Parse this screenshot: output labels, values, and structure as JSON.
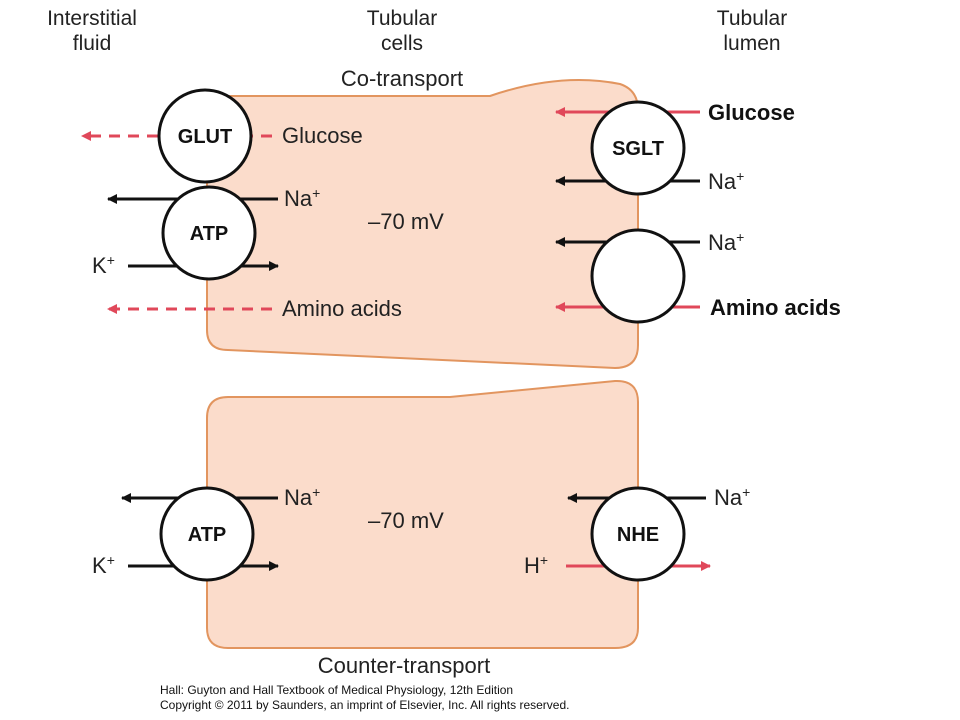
{
  "headers": {
    "interstitial": [
      "Interstitial",
      "fluid"
    ],
    "cells": [
      "Tubular",
      "cells"
    ],
    "lumen": [
      "Tubular",
      "lumen"
    ]
  },
  "top_panel": {
    "title": "Co-transport",
    "potential": "–70 mV",
    "transporters": {
      "glut": "GLUT",
      "sglt": "SGLT",
      "atp": "ATP"
    },
    "labels": {
      "glucose_inner": "Glucose",
      "na_basal": "Na",
      "k_basal": "K",
      "amino_inner": "Amino acids",
      "glucose_lumen": "Glucose",
      "na_sglt": "Na",
      "na_aa": "Na",
      "amino_lumen": "Amino acids"
    }
  },
  "bottom_panel": {
    "title": "Counter-transport",
    "potential": "–70 mV",
    "transporters": {
      "atp": "ATP",
      "nhe": "NHE"
    },
    "labels": {
      "na_basal": "Na",
      "k_basal": "K",
      "na_lumen": "Na",
      "h_lumen": "H"
    }
  },
  "superscript": "+",
  "credit": [
    "Hall: Guyton and Hall Textbook of Medical Physiology, 12th Edition",
    "Copyright © 2011 by Saunders, an imprint of Elsevier, Inc. All rights reserved."
  ],
  "colors": {
    "cell_fill": "#fbdccb",
    "cell_border": "#e2955f",
    "red_arrow": "#e0485a",
    "black_arrow": "#111111"
  }
}
